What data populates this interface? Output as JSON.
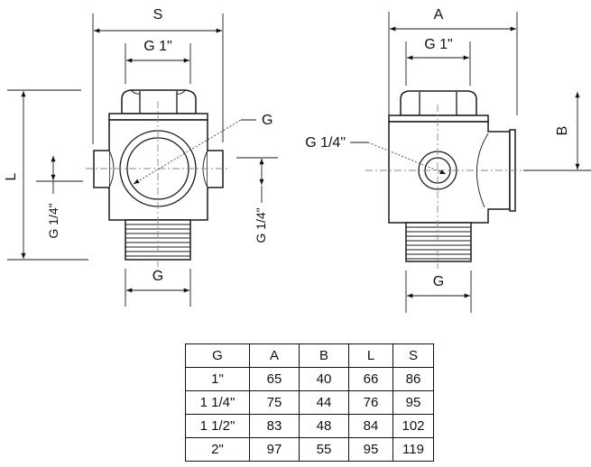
{
  "drawing": {
    "front_view": {
      "width_label": "S",
      "top_thread_label": "G 1\"",
      "height_label": "L",
      "bore_label": "G",
      "left_port_label": "G 1/4\"",
      "right_port_label": "G 1/4\"",
      "bottom_thread_label": "G"
    },
    "side_view": {
      "width_label": "A",
      "top_thread_label": "G 1\"",
      "height_label": "B",
      "port_label": "G 1/4\"",
      "bottom_thread_label": "G"
    }
  },
  "table": {
    "headers": [
      "G",
      "A",
      "B",
      "L",
      "S"
    ],
    "rows": [
      [
        "1\"",
        "65",
        "40",
        "66",
        "86"
      ],
      [
        "1 1/4\"",
        "75",
        "44",
        "76",
        "95"
      ],
      [
        "1 1/2\"",
        "83",
        "48",
        "84",
        "102"
      ],
      [
        "2\"",
        "97",
        "55",
        "95",
        "119"
      ]
    ]
  }
}
